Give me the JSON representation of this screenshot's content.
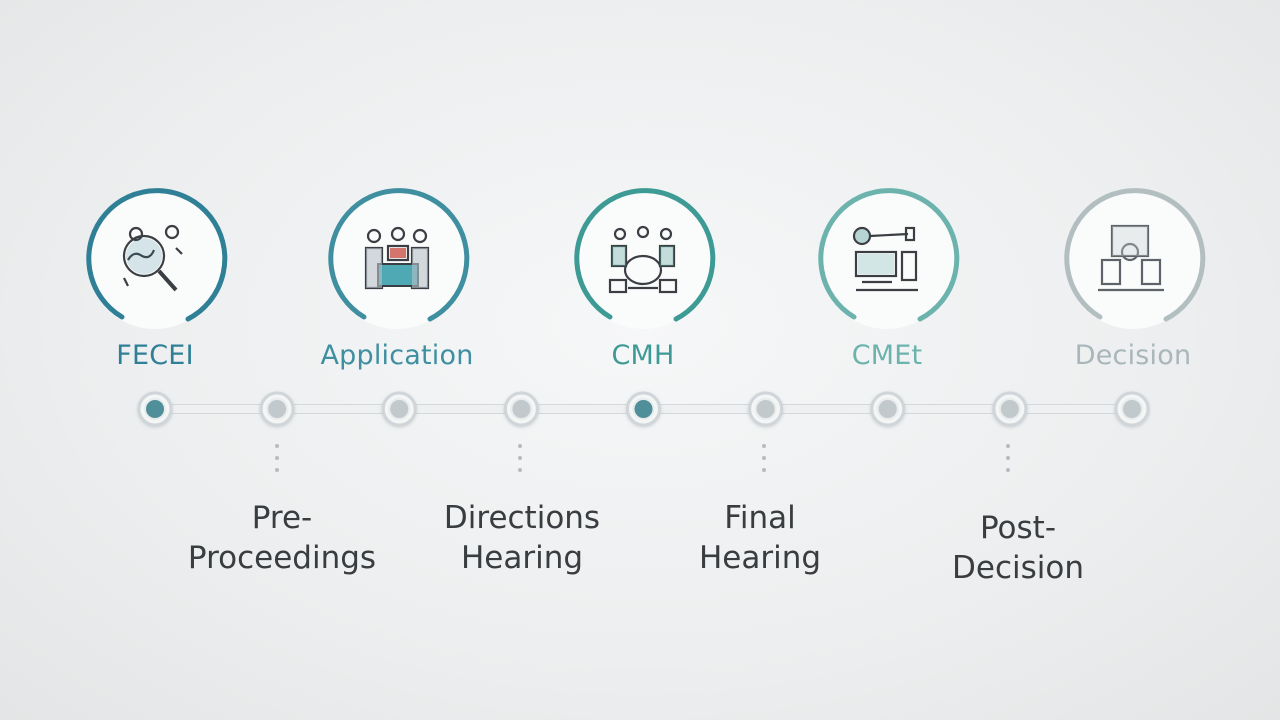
{
  "stages": [
    {
      "label": "FECEI",
      "icon": "magnifier-people-icon",
      "color": "#2f7f96"
    },
    {
      "label": "Application",
      "icon": "team-desk-icon",
      "color": "#3f8fa0"
    },
    {
      "label": "CMH",
      "icon": "meeting-table-icon",
      "color": "#3d9a95"
    },
    {
      "label": "CMEt",
      "icon": "computer-equipment-icon",
      "color": "#6bb3ac"
    },
    {
      "label": "Decision",
      "icon": "gavel-building-icon",
      "color": "#a9b6ba"
    }
  ],
  "phases": [
    {
      "label": "Pre-\nProceedings"
    },
    {
      "label": "Directions\nHearing"
    },
    {
      "label": "Final\nHearing"
    },
    {
      "label": "Post-\nDecision"
    }
  ],
  "timeline": {
    "node_count": 9,
    "accent_color": "#4f8f99",
    "track_color": "#c9ced1"
  }
}
